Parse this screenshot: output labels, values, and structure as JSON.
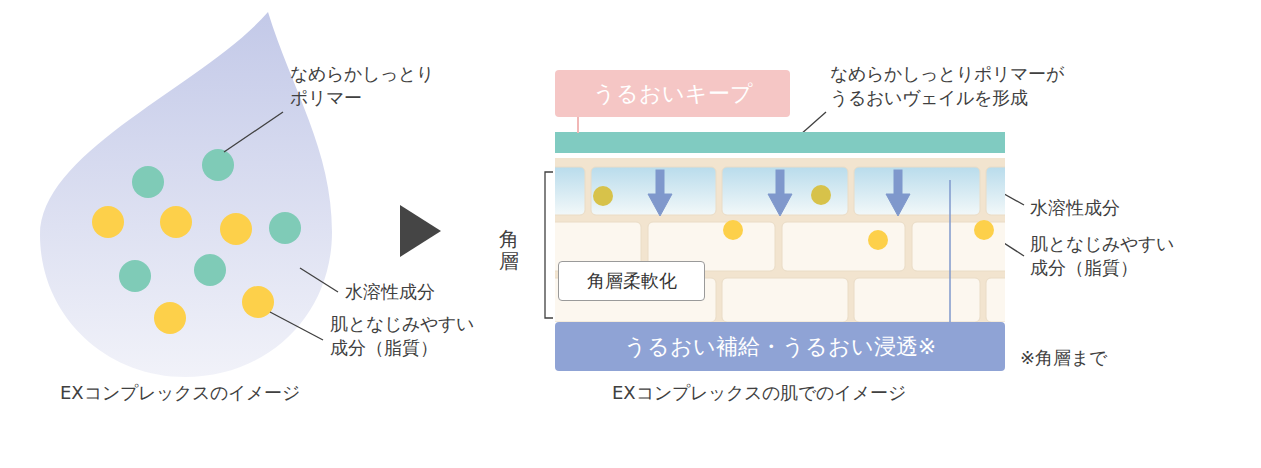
{
  "diagram": {
    "nodes": [
      {
        "text": [
          "うるおいキープ"
        ]
      },
      {
        "text": [
          "角層柔軟化"
        ]
      },
      {
        "text": [
          "うるおい補給・うるおい浸透※"
        ]
      }
    ],
    "labels": [
      "なめらかしっとり ポリマー",
      "水溶性成分",
      "肌となじみやすい 成分（脂質）",
      "EXコンプレックスのイメージ",
      "なめらかしっとりポリマーが うるおいヴェイルを形成",
      "水溶性成分",
      "肌となじみやすい 成分（脂質）",
      "角層",
      "※角層まで",
      "EXコンプレックスの肌でのイメージ"
    ]
  }
}
